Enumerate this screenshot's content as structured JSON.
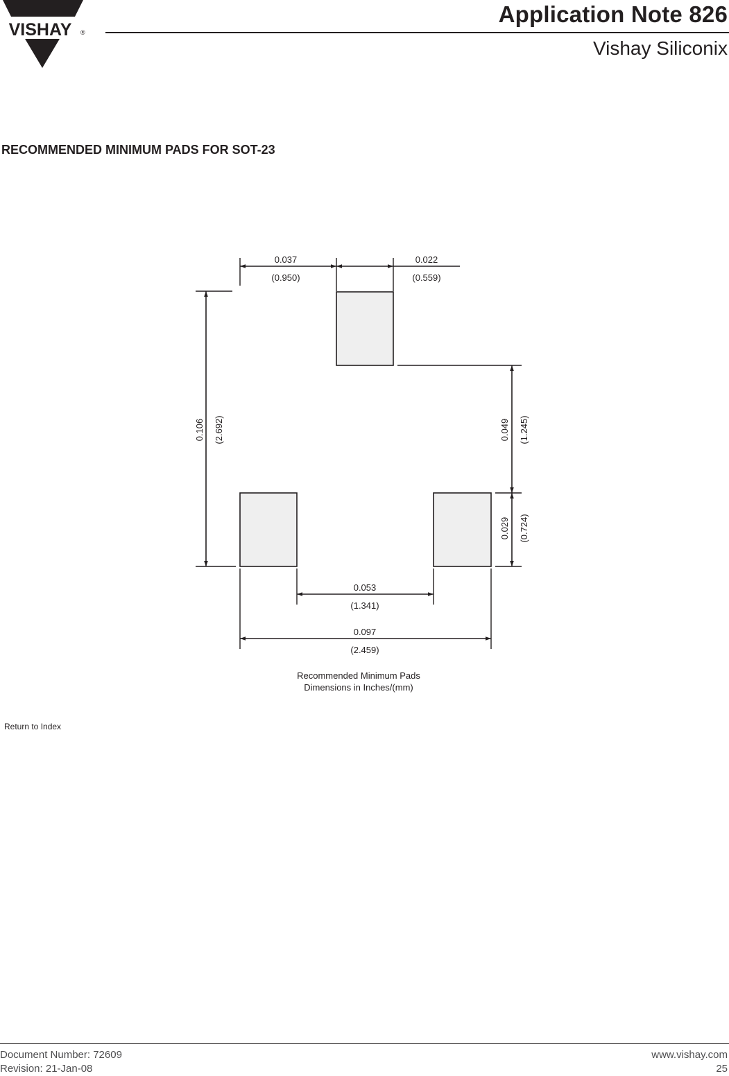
{
  "header": {
    "logo_text": "VISHAY",
    "title": "Application Note 826",
    "company": "Vishay Siliconix"
  },
  "section_title": "RECOMMENDED MINIMUM PADS FOR SOT-23",
  "dimensions": {
    "pad_pitch": {
      "inches": "0.037",
      "mm": "(0.950)"
    },
    "pad_width": {
      "inches": "0.022",
      "mm": "(0.559)"
    },
    "overall_height": {
      "inches": "0.106",
      "mm": "(2.692)"
    },
    "pad_gap_vertical": {
      "inches": "0.049",
      "mm": "(1.245)"
    },
    "pad_height": {
      "inches": "0.029",
      "mm": "(0.724)"
    },
    "inner_span": {
      "inches": "0.053",
      "mm": "(1.341)"
    },
    "outer_span": {
      "inches": "0.097",
      "mm": "(2.459)"
    }
  },
  "caption": {
    "line1": "Recommended Minimum Pads",
    "line2": "Dimensions in Inches/(mm)"
  },
  "return_link": "Return to Index",
  "footer": {
    "document_number": "Document Number: 72609",
    "revision": "Revision: 21-Jan-08",
    "website": "www.vishay.com",
    "page_number": "25"
  },
  "colors": {
    "text": "#231f20",
    "pad_fill": "#efefef",
    "footer_text": "#4d4d4f"
  }
}
